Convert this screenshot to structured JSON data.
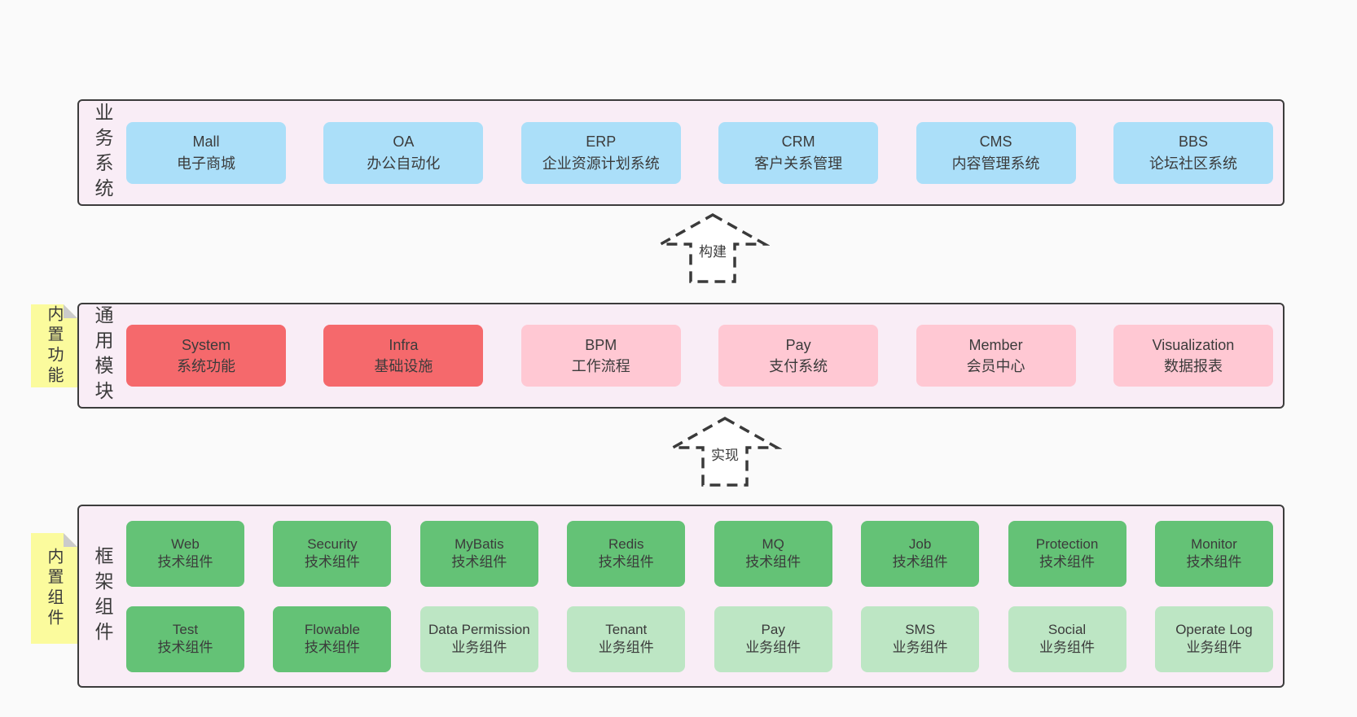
{
  "colors": {
    "page_background": "#FAFAFA",
    "container_background": "#F9EDF6",
    "container_border": "#3C3C3C",
    "business_box": "#ABDFF9",
    "core_module_box": "#F5696C",
    "optional_module_box": "#FFC8D3",
    "tech_component_box": "#64C276",
    "biz_component_box": "#BDE6C4",
    "sticky_note": "#FBFB9D",
    "sticky_fold": "#CBCBCB",
    "text": "#3B3B3B"
  },
  "arrows": {
    "build": "构建",
    "implement": "实现"
  },
  "sections": {
    "business": {
      "label": "业务系统",
      "items": [
        {
          "en": "Mall",
          "zh": "电子商城"
        },
        {
          "en": "OA",
          "zh": "办公自动化"
        },
        {
          "en": "ERP",
          "zh": "企业资源计划系统"
        },
        {
          "en": "CRM",
          "zh": "客户关系管理"
        },
        {
          "en": "CMS",
          "zh": "内容管理系统"
        },
        {
          "en": "BBS",
          "zh": "论坛社区系统"
        }
      ]
    },
    "modules": {
      "label": "通用模块",
      "sticky": "内置功能",
      "items": [
        {
          "en": "System",
          "zh": "系统功能"
        },
        {
          "en": "Infra",
          "zh": "基础设施"
        },
        {
          "en": "BPM",
          "zh": "工作流程"
        },
        {
          "en": "Pay",
          "zh": "支付系统"
        },
        {
          "en": "Member",
          "zh": "会员中心"
        },
        {
          "en": "Visualization",
          "zh": "数据报表"
        }
      ]
    },
    "framework": {
      "label": "框架组件",
      "sticky": "内置组件",
      "row1": [
        {
          "en": "Web",
          "zh": "技术组件"
        },
        {
          "en": "Security",
          "zh": "技术组件"
        },
        {
          "en": "MyBatis",
          "zh": "技术组件"
        },
        {
          "en": "Redis",
          "zh": "技术组件"
        },
        {
          "en": "MQ",
          "zh": "技术组件"
        },
        {
          "en": "Job",
          "zh": "技术组件"
        },
        {
          "en": "Protection",
          "zh": "技术组件"
        },
        {
          "en": "Monitor",
          "zh": "技术组件"
        }
      ],
      "row2": [
        {
          "en": "Test",
          "zh": "技术组件"
        },
        {
          "en": "Flowable",
          "zh": "技术组件"
        },
        {
          "en": "Data Permission",
          "zh": "业务组件"
        },
        {
          "en": "Tenant",
          "zh": "业务组件"
        },
        {
          "en": "Pay",
          "zh": "业务组件"
        },
        {
          "en": "SMS",
          "zh": "业务组件"
        },
        {
          "en": "Social",
          "zh": "业务组件"
        },
        {
          "en": "Operate Log",
          "zh": "业务组件"
        }
      ]
    }
  }
}
